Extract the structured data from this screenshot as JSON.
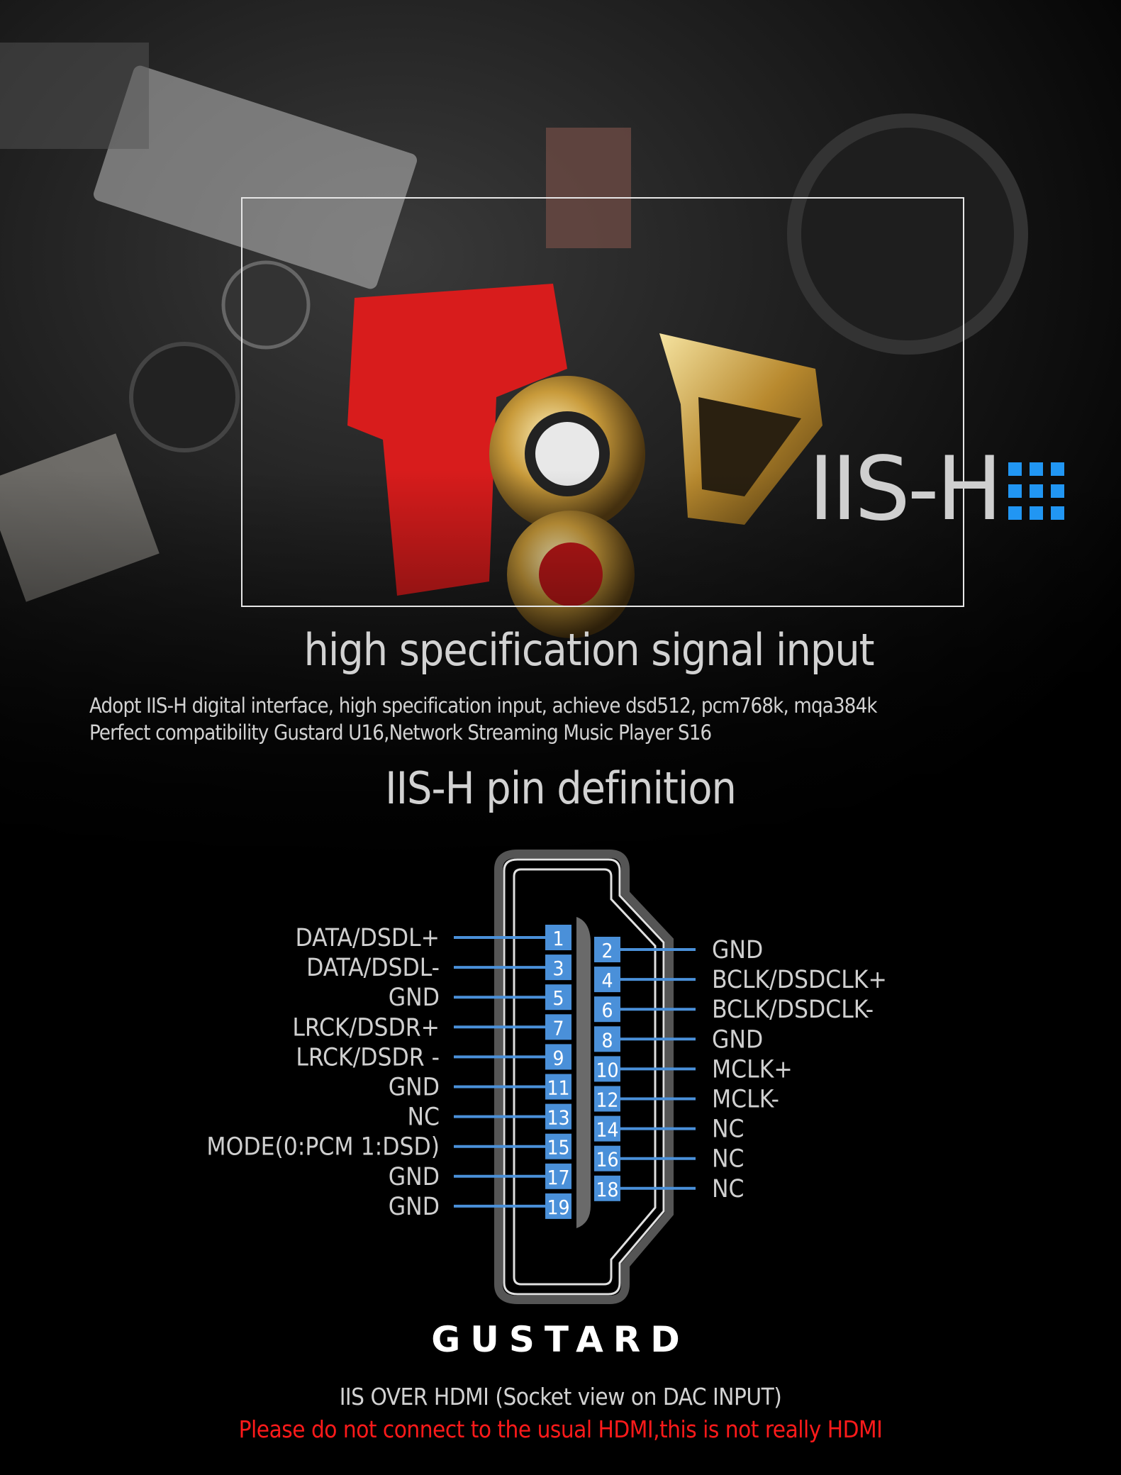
{
  "hero": {
    "logo_text": "IIS-H",
    "logo_accent_color": "#2196f3",
    "heading": "high specification signal input",
    "description_line1": "Adopt IIS-H digital interface, high specification input, achieve dsd512, pcm768k, mqa384k",
    "description_line2": "Perfect compatibility Gustard  U16,Network Streaming Music Player S16"
  },
  "pin_section": {
    "title": "IIS-H pin definition",
    "pin_color": "#4a90d9",
    "left_pins": [
      {
        "num": "1",
        "label": "DATA/DSDL+"
      },
      {
        "num": "3",
        "label": "DATA/DSDL-"
      },
      {
        "num": "5",
        "label": "GND"
      },
      {
        "num": "7",
        "label": "LRCK/DSDR+"
      },
      {
        "num": "9",
        "label": "LRCK/DSDR -"
      },
      {
        "num": "11",
        "label": "GND"
      },
      {
        "num": "13",
        "label": "NC"
      },
      {
        "num": "15",
        "label": "MODE(0:PCM 1:DSD)"
      },
      {
        "num": "17",
        "label": "GND"
      },
      {
        "num": "19",
        "label": "GND"
      }
    ],
    "right_pins": [
      {
        "num": "2",
        "label": "GND"
      },
      {
        "num": "4",
        "label": "BCLK/DSDCLK+"
      },
      {
        "num": "6",
        "label": "BCLK/DSDCLK-"
      },
      {
        "num": "8",
        "label": "GND"
      },
      {
        "num": "10",
        "label": "MCLK+"
      },
      {
        "num": "12",
        "label": "MCLK-"
      },
      {
        "num": "14",
        "label": "NC"
      },
      {
        "num": "16",
        "label": "NC"
      },
      {
        "num": "18",
        "label": "NC"
      }
    ]
  },
  "footer": {
    "brand": "GUSTARD",
    "caption": "IIS OVER HDMI (Socket view on DAC INPUT)",
    "warning": "Please do not connect to the usual HDMI,this is not really HDMI",
    "warning_color": "#ff1a1a"
  }
}
